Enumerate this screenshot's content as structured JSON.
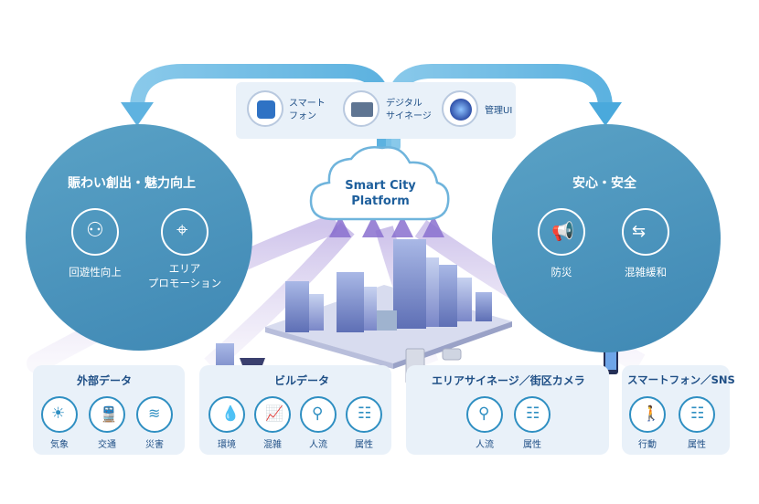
{
  "platform": {
    "line1": "Smart City",
    "line2": "Platform"
  },
  "channels": [
    {
      "icon": "smartphone-app-icon",
      "line1": "スマート",
      "line2": "フォン"
    },
    {
      "icon": "digital-signage-icon",
      "line1": "デジタル",
      "line2": "サイネージ"
    },
    {
      "icon": "management-ui-icon",
      "line1": "管理UI",
      "line2": ""
    }
  ],
  "left_goal": {
    "title": "賑わい創出・魅力向上",
    "items": [
      {
        "icon": "pedestrians-icon",
        "line1": "回遊性向上",
        "line2": ""
      },
      {
        "icon": "area-map-pin-icon",
        "line1": "エリア",
        "line2": "プロモーション"
      }
    ]
  },
  "right_goal": {
    "title": "安心・安全",
    "items": [
      {
        "icon": "megaphone-icon",
        "label": "防災"
      },
      {
        "icon": "crowd-distance-icon",
        "label": "混雑緩和"
      }
    ]
  },
  "data_sources": [
    {
      "title": "外部データ",
      "items": [
        {
          "icon": "weather-icon",
          "label": "気象"
        },
        {
          "icon": "train-icon",
          "label": "交通"
        },
        {
          "icon": "disaster-icon",
          "label": "災害"
        }
      ]
    },
    {
      "title": "ビルデータ",
      "items": [
        {
          "icon": "environment-icon",
          "label": "環境"
        },
        {
          "icon": "congestion-chart-icon",
          "label": "混雑"
        },
        {
          "icon": "people-flow-icon",
          "label": "人流"
        },
        {
          "icon": "attribute-icon",
          "label": "属性"
        }
      ]
    },
    {
      "title": "エリアサイネージ／街区カメラ",
      "items": [
        {
          "icon": "people-flow-icon",
          "label": "人流"
        },
        {
          "icon": "attribute-icon",
          "label": "属性"
        }
      ]
    },
    {
      "title": "スマートフォン／SNS",
      "items": [
        {
          "icon": "walking-icon",
          "label": "行動"
        },
        {
          "icon": "attribute-icon",
          "label": "属性"
        }
      ]
    }
  ]
}
